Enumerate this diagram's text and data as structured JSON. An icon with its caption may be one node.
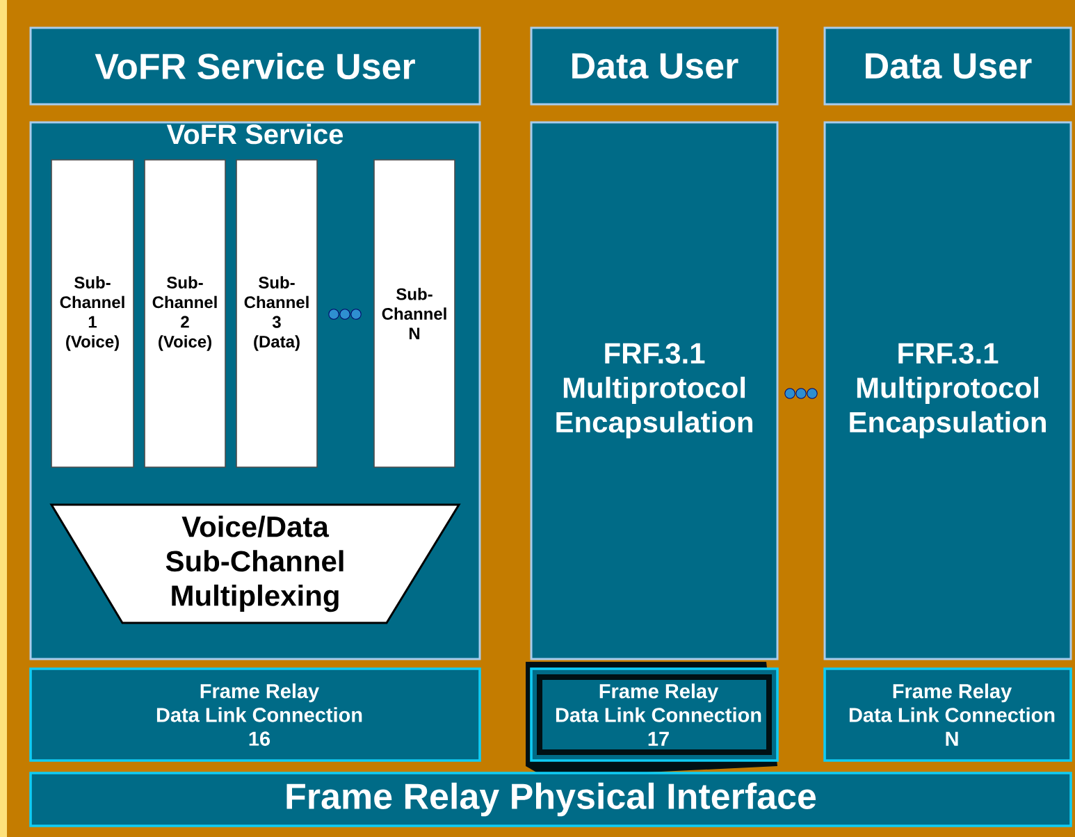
{
  "diagram": {
    "nodes": [
      {
        "text": [
          "VoFR Service User"
        ]
      },
      {
        "text": [
          "Data User"
        ]
      },
      {
        "text": [
          "Data User"
        ]
      },
      {
        "text": [
          "VoFR Service"
        ]
      },
      {
        "text": [
          "Sub-Channel 1 (Voice)"
        ],
        "in": 3
      },
      {
        "text": [
          "Sub-Channel 2 (Voice)"
        ],
        "in": 3
      },
      {
        "text": [
          "Sub-Channel 3 (Data)"
        ],
        "in": 3
      },
      {
        "text": [
          "Sub-Channel N"
        ],
        "in": 3
      },
      {
        "text": [
          "Voice/Data Sub-Channel Multiplexing"
        ],
        "in": 3
      },
      {
        "text": [
          "FRF.3.1 Multiprotocol Encapsulation"
        ]
      },
      {
        "text": [
          "FRF.3.1 Multiprotocol Encapsulation"
        ]
      },
      {
        "text": [
          "Frame Relay Data Link Connection 16"
        ]
      },
      {
        "text": [
          "Frame Relay Data Link Connection 17"
        ]
      },
      {
        "text": [
          "Frame Relay Data Link Connection N"
        ]
      },
      {
        "text": [
          "Frame Relay Physical Interface"
        ]
      }
    ]
  }
}
